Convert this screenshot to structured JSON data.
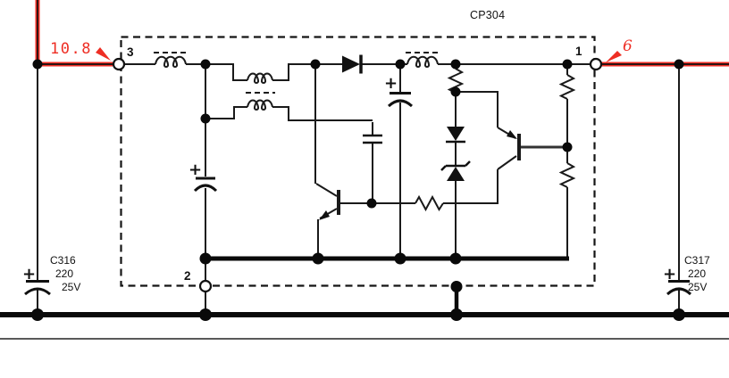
{
  "schematic": {
    "component_label": "CP304",
    "pins": {
      "pin1": "1",
      "pin2": "2",
      "pin3": "3"
    },
    "voltages": {
      "input": "10.8",
      "output": "6"
    },
    "polarity_mark": "+",
    "capacitors": {
      "c316": {
        "ref": "C316",
        "capacitance": "220",
        "voltage_rating": "25V"
      },
      "c317": {
        "ref": "C317",
        "capacitance": "220",
        "voltage_rating": "25V"
      }
    },
    "colors": {
      "highlight_red": "#ee2e24",
      "wire": "#1a1a1a"
    }
  }
}
